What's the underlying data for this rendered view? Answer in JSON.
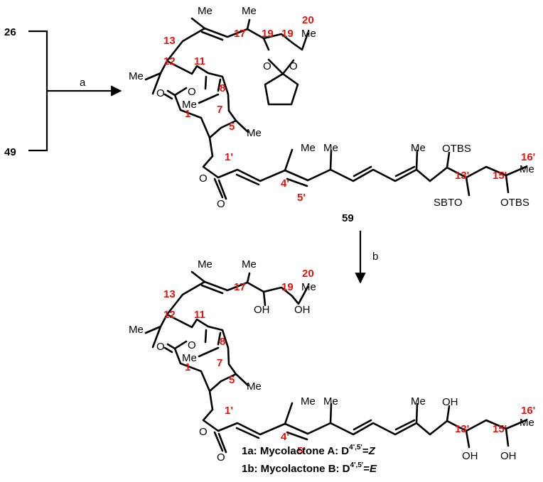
{
  "scheme": {
    "reactant_a": "26",
    "reactant_b": "49",
    "step_a": "a",
    "step_b": "b",
    "intermediate_label": "59",
    "methyl": "Me",
    "oxygen": "O",
    "hydroxyl": "OH",
    "otbs": "OTBS",
    "sbto": "SBTO",
    "numbering": {
      "c1": "1",
      "c5": "5",
      "c7": "7",
      "c8": "8",
      "c11": "11",
      "c12": "12",
      "c13": "13",
      "c17": "17",
      "c19": "19",
      "c20": "20",
      "c1p": "1'",
      "c4p": "4'",
      "c5p": "5'",
      "c13p": "13'",
      "c15p": "15'",
      "c16p": "16'"
    },
    "products": {
      "a_label": "1a: Mycolactone A: D",
      "a_sup": "4',5'",
      "a_tail": "=",
      "a_iso": "Z",
      "b_label": "1b: Mycolactone B: D",
      "b_sup": "4',5'",
      "b_tail": "=",
      "b_iso": "E"
    }
  }
}
